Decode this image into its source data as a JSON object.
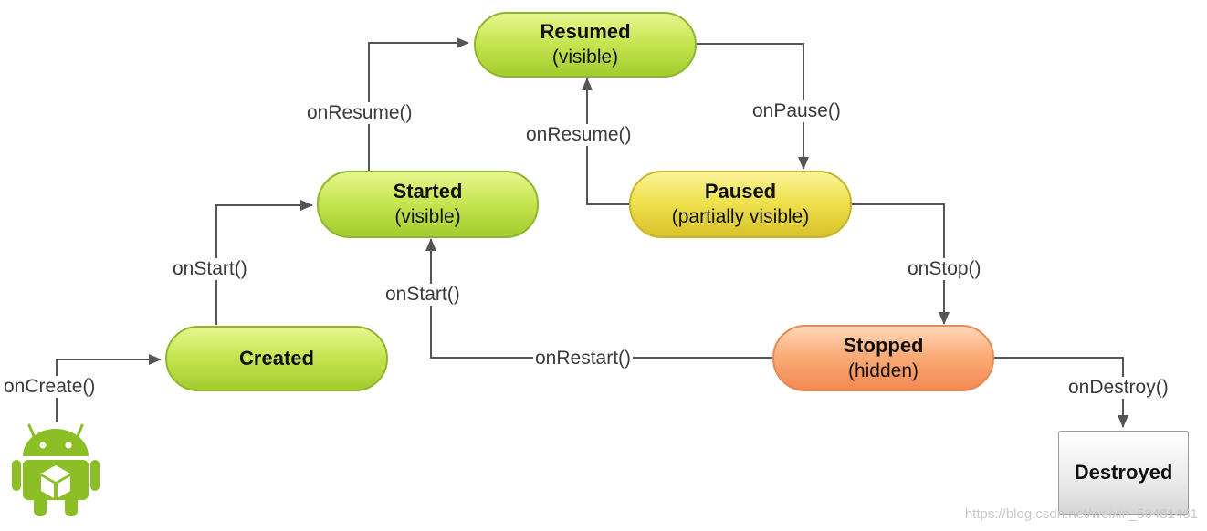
{
  "states": {
    "resumed": {
      "title": "Resumed",
      "subtitle": "(visible)"
    },
    "started": {
      "title": "Started",
      "subtitle": "(visible)"
    },
    "paused": {
      "title": "Paused",
      "subtitle": "(partially visible)"
    },
    "created": {
      "title": "Created"
    },
    "stopped": {
      "title": "Stopped",
      "subtitle": "(hidden)"
    },
    "destroyed": {
      "title": "Destroyed"
    }
  },
  "transitions": {
    "on_create": "onCreate()",
    "on_start_from_created": "onStart()",
    "on_resume_from_started": "onResume()",
    "on_pause": "onPause()",
    "on_resume_from_paused": "onResume()",
    "on_stop": "onStop()",
    "on_restart": "onRestart()",
    "on_start_from_restart": "onStart()",
    "on_destroy": "onDestroy()"
  },
  "icons": {
    "logo": "android-robot-icon"
  },
  "colors": {
    "active_state": "#b5d93f",
    "paused_state": "#e8d84a",
    "stopped_state": "#f79a62",
    "destroyed_state": "#e2e2e2",
    "arrow": "#555555"
  },
  "watermark": "https://blog.csdn.net/weixin_50481461"
}
